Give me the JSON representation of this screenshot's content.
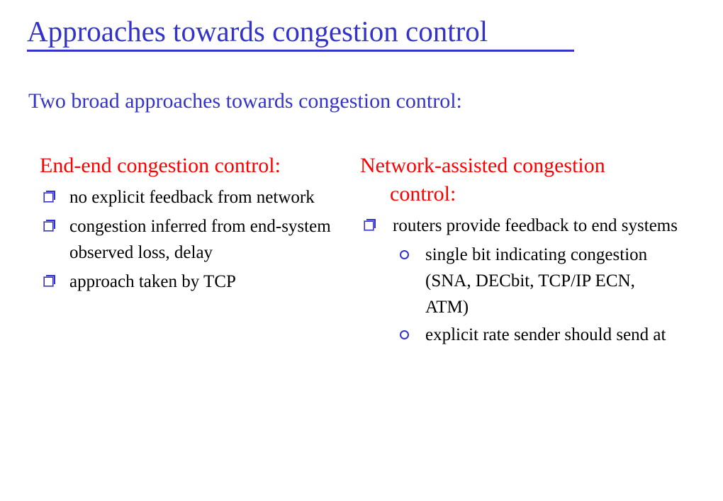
{
  "slide": {
    "title": "Approaches towards congestion control",
    "subtitle": "Two broad approaches towards congestion control:",
    "colors": {
      "title_blue": "#3333cc",
      "heading_red": "#ff0000",
      "body_black": "#000000",
      "background": "#ffffff"
    },
    "columns": [
      {
        "heading": "End-end congestion control:",
        "heading_line2": "",
        "bullets": [
          {
            "marker": "square-bullet-icon",
            "text": "no explicit feedback from network",
            "subbullets": []
          },
          {
            "marker": "square-bullet-icon",
            "text": "congestion inferred from end-system observed loss, delay",
            "subbullets": []
          },
          {
            "marker": "square-bullet-icon",
            "text": "approach taken by TCP",
            "subbullets": []
          }
        ]
      },
      {
        "heading": "Network-assisted congestion",
        "heading_line2": "control:",
        "bullets": [
          {
            "marker": "square-bullet-icon",
            "text": "routers provide feedback to end systems",
            "subbullets": [
              {
                "marker": "circle-bullet-icon",
                "text": "single bit indicating congestion (SNA, DECbit, TCP/IP ECN, ATM)"
              },
              {
                "marker": "circle-bullet-icon",
                "text": "explicit rate sender should send at"
              }
            ]
          }
        ]
      }
    ]
  }
}
